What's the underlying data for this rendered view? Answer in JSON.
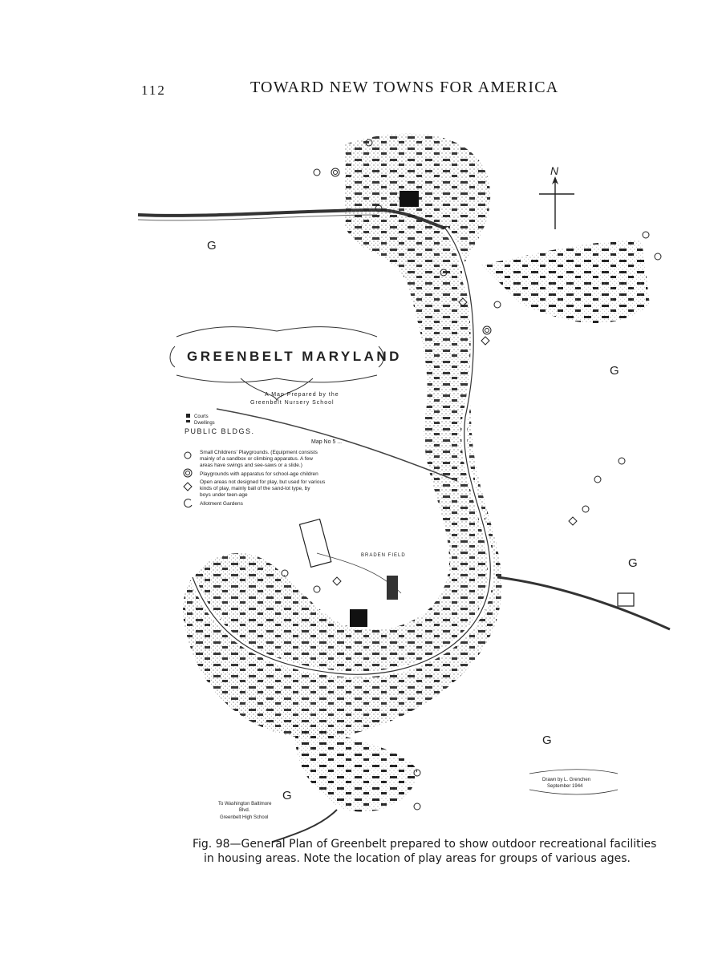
{
  "page": {
    "number": "112",
    "running_head": "TOWARD NEW TOWNS FOR AMERICA"
  },
  "map": {
    "title": "GREENBELT MARYLAND",
    "prepared_by": [
      "A Map Prepared by the",
      "Greenbelt Nursery School"
    ],
    "public_bldgs_label": "PUBLIC BLDGS.",
    "dwellings_label": [
      "Courts",
      "Dwellings"
    ],
    "map_number": "Map No 5 ...",
    "legend": [
      {
        "symbol": "small-circle",
        "text": [
          "Small Childrens' Playgrounds. (Equipment consists",
          "mainly of a sandbox or climbing apparatus. A few",
          "areas have swings and see-saws or a slide.)"
        ]
      },
      {
        "symbol": "double-circle",
        "text": [
          "Playgrounds with apparatus for school-age children"
        ]
      },
      {
        "symbol": "diamond",
        "text": [
          "Open areas not designed for play, but used for various",
          "kinds of play, mainly ball of the sand-lot type, by",
          "boys under teen-age"
        ]
      },
      {
        "symbol": "g-mark",
        "text": [
          "Allotment Gardens"
        ]
      }
    ],
    "field_label": "BRADEN FIELD",
    "road_note": [
      "To Washington Baltimore",
      "Blvd.",
      "Greenbelt High School"
    ],
    "credit": [
      "Drawn by L. Grenchen",
      "September 1944"
    ],
    "north_label": "N",
    "garden_mark": "G"
  },
  "caption": [
    "Fig. 98—General Plan of Greenbelt prepared to show outdoor recreational facilities",
    "in housing areas. Note the location of play areas for groups of various ages."
  ]
}
